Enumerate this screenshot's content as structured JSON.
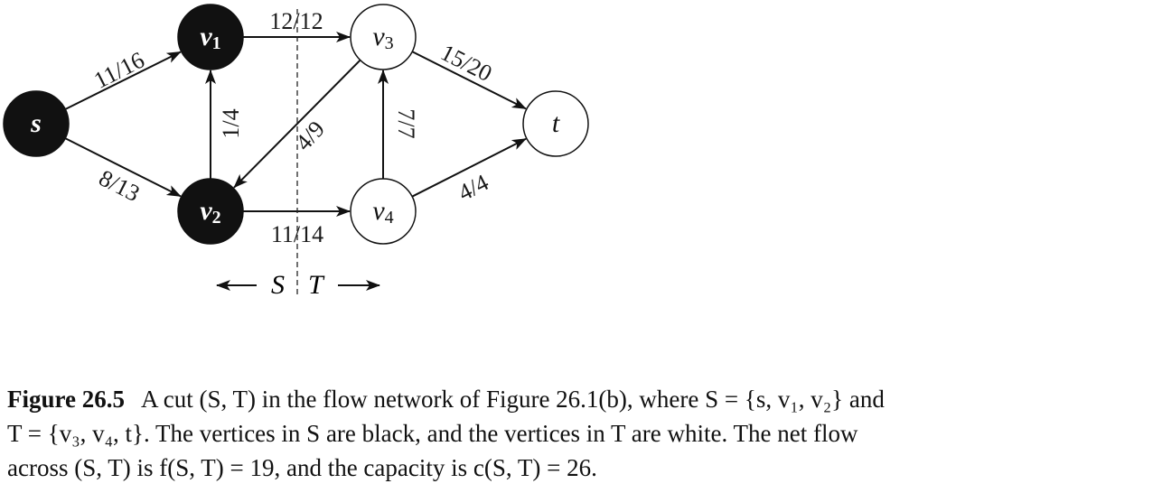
{
  "colors": {
    "black_node": "#111111",
    "white_node": "#ffffff",
    "stroke": "#111111"
  },
  "nodes": [
    {
      "id": "s",
      "base": "s",
      "sub": "",
      "set": "S"
    },
    {
      "id": "v1",
      "base": "v",
      "sub": "1",
      "set": "S"
    },
    {
      "id": "v2",
      "base": "v",
      "sub": "2",
      "set": "S"
    },
    {
      "id": "v3",
      "base": "v",
      "sub": "3",
      "set": "T"
    },
    {
      "id": "v4",
      "base": "v",
      "sub": "4",
      "set": "T"
    },
    {
      "id": "t",
      "base": "t",
      "sub": "",
      "set": "T"
    }
  ],
  "edges": [
    {
      "from": "s",
      "to": "v1",
      "label": "11/16"
    },
    {
      "from": "s",
      "to": "v2",
      "label": "8/13"
    },
    {
      "from": "v2",
      "to": "v1",
      "label": "1/4"
    },
    {
      "from": "v1",
      "to": "v3",
      "label": "12/12"
    },
    {
      "from": "v3",
      "to": "v2",
      "label": "4/9"
    },
    {
      "from": "v2",
      "to": "v4",
      "label": "11/14"
    },
    {
      "from": "v4",
      "to": "v3",
      "label": "7/7"
    },
    {
      "from": "v3",
      "to": "t",
      "label": "15/20"
    },
    {
      "from": "v4",
      "to": "t",
      "label": "4/4"
    }
  ],
  "cut": {
    "left_label": "S",
    "right_label": "T"
  },
  "caption": {
    "figure_label": "Figure 26.5",
    "line1": "A cut (S, T) in the flow network of Figure 26.1(b), where S = {s, v₁, v₂} and",
    "line2": "T = {v₃, v₄, t}.  The vertices in S are black, and the vertices in T are white.  The net flow",
    "line3": "across (S, T) is f(S, T) = 19, and the capacity is c(S, T) = 26."
  }
}
